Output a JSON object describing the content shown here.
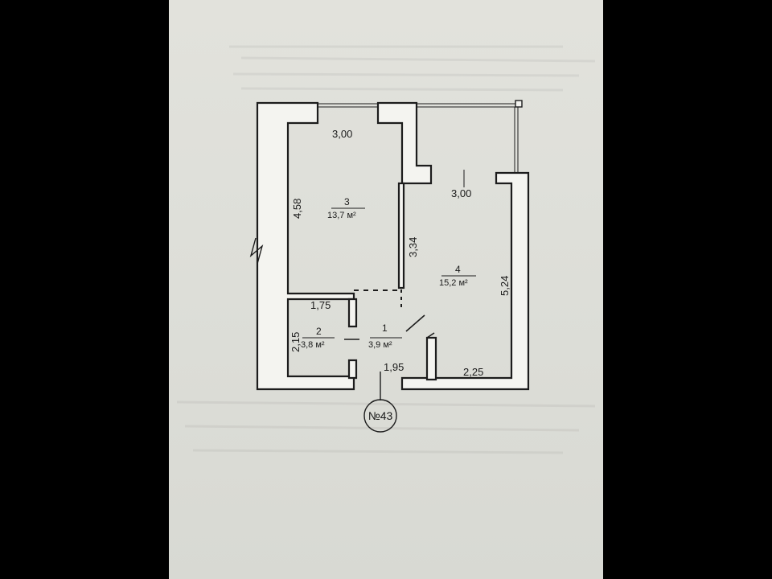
{
  "dimensions": {
    "room3_width": "3,00",
    "room3_height": "4,58",
    "room4_width": "3,00",
    "room4_side": "3,34",
    "room4_height": "5,24",
    "room4_bottom": "2,25",
    "room2_width": "1,75",
    "room2_height": "2,15",
    "corridor_width": "1,95"
  },
  "rooms": [
    {
      "number": "3",
      "area": "13,7 м²"
    },
    {
      "number": "4",
      "area": "15,2 м²"
    },
    {
      "number": "2",
      "area": "3,8 м²"
    },
    {
      "number": "1",
      "area": "3,9 м²"
    }
  ],
  "apartment_number": "№43",
  "colors": {
    "background": "#000000",
    "paper": "#dedfd9",
    "wall_fill": "#f4f4f0",
    "line": "#1c1c1c"
  }
}
